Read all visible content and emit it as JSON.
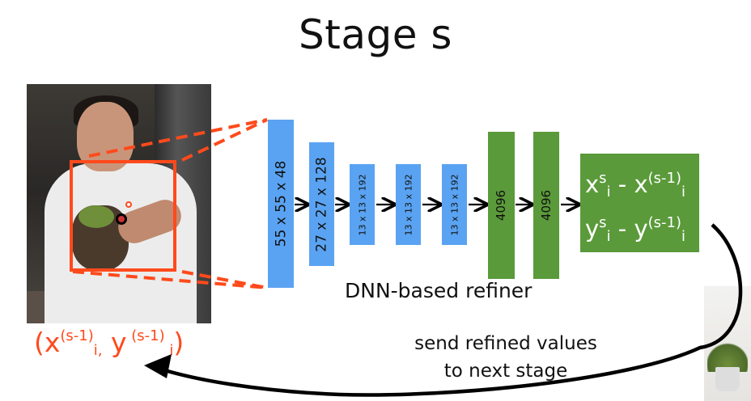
{
  "title": "Stage s",
  "input_coordinates": {
    "open": "(x",
    "sup_x": "(s-1)",
    "sub_x": "i,",
    "mid": " y",
    "sup_y": " (s-1)",
    "sub_y": " i",
    "close": ")"
  },
  "layers": [
    {
      "label": "55 x 55 x 48",
      "color": "#5aa3f2"
    },
    {
      "label": "27 x 27 x 128",
      "color": "#5aa3f2"
    },
    {
      "label": "13 x 13 x 192",
      "color": "#5aa3f2"
    },
    {
      "label": "13 x 13 x 192",
      "color": "#5aa3f2"
    },
    {
      "label": "13 x 13 x 192",
      "color": "#5aa3f2"
    },
    {
      "label": "4096",
      "color": "#5a9a3a"
    },
    {
      "label": "4096",
      "color": "#5a9a3a"
    }
  ],
  "output": {
    "line1": {
      "a": "x",
      "a_sup": "s",
      "a_sub": "i",
      "minus": " - x",
      "b_sup": "(s-1)",
      "b_sub": "i"
    },
    "line2": {
      "a": "y",
      "a_sup": "s",
      "a_sub": "i",
      "minus": " - y",
      "b_sup": "(s-1)",
      "b_sub": "i"
    }
  },
  "caption": "DNN-based refiner",
  "feedback": {
    "line1": "send refined values",
    "line2": "to next stage"
  },
  "colors": {
    "accent": "#ff4a1c",
    "conv": "#5aa3f2",
    "fc": "#5a9a3a"
  }
}
